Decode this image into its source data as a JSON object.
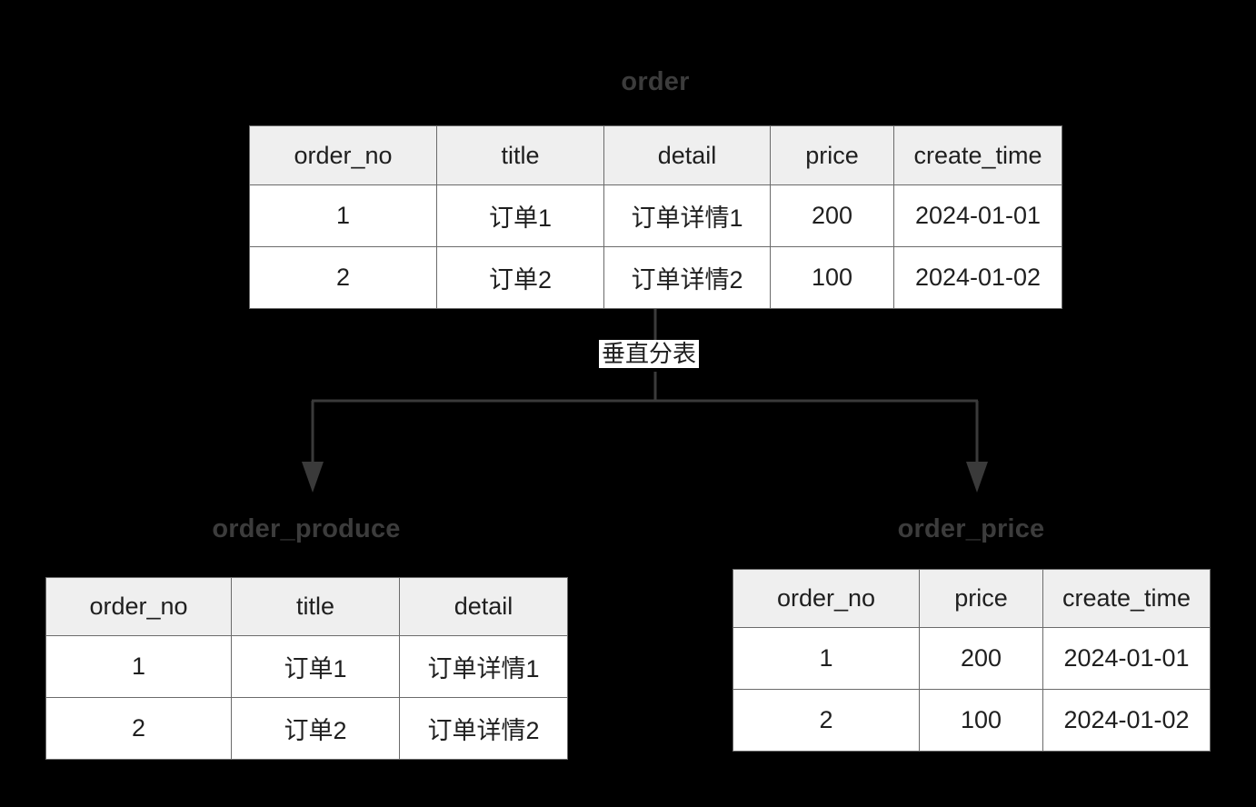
{
  "diagram": {
    "type": "vertical-table-partitioning",
    "background_color": "#000000",
    "border_color": "#6b6b6b",
    "header_fill": "#efefef",
    "cell_fill": "#ffffff",
    "title_color": "#3c3c3c",
    "text_color": "#1f1f1f",
    "connector_color": "#3a3a3a"
  },
  "source_table": {
    "title": "order",
    "columns": [
      "order_no",
      "title",
      "detail",
      "price",
      "create_time"
    ],
    "rows": [
      [
        "1",
        "订单1",
        "订单详情1",
        "200",
        "2024-01-01"
      ],
      [
        "2",
        "订单2",
        "订单详情2",
        "100",
        "2024-01-02"
      ]
    ]
  },
  "edge": {
    "label": "垂直分表"
  },
  "target_tables": [
    {
      "title": "order_produce",
      "columns": [
        "order_no",
        "title",
        "detail"
      ],
      "rows": [
        [
          "1",
          "订单1",
          "订单详情1"
        ],
        [
          "2",
          "订单2",
          "订单详情2"
        ]
      ]
    },
    {
      "title": "order_price",
      "columns": [
        "order_no",
        "price",
        "create_time"
      ],
      "rows": [
        [
          "1",
          "200",
          "2024-01-01"
        ],
        [
          "2",
          "100",
          "2024-01-02"
        ]
      ]
    }
  ]
}
